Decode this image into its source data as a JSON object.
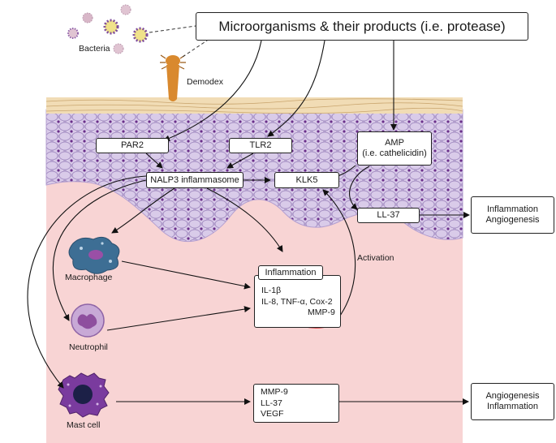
{
  "title_box": "Microorganisms & their products (i.e. protease)",
  "bacteria_label": "Bacteria",
  "demodex_label": "Demodex",
  "receptors": {
    "par2": "PAR2",
    "tlr2": "TLR2",
    "amp_line1": "AMP",
    "amp_line2": "(i.e. cathelicidin)"
  },
  "nalp3": "NALP3 inflammasome",
  "klk5": "KLK5",
  "ll37": "LL-37",
  "outcome_top": [
    "Inflammation",
    "Angiogenesis"
  ],
  "cells": {
    "macrophage": "Macrophage",
    "neutrophil": "Neutrophil",
    "mast_cell": "Mast cell"
  },
  "inflammation_box": {
    "header": "Inflammation",
    "items": [
      "IL-1β",
      "IL-8, TNF-α, Cox-2",
      "MMP-9"
    ]
  },
  "activation_label": "Activation",
  "mast_box": [
    "MMP-9",
    "LL-37",
    "VEGF"
  ],
  "outcome_bottom": [
    "Angiogenesis",
    "Inflammation"
  ],
  "colors": {
    "dermis": "#f8d4d4",
    "epidermis": "#c9b8dc",
    "cell_nucleus": "#6a2f8a",
    "stratum_corneum": "#f1dcb5",
    "demodex": "#d9892e",
    "mmp9_circle": "#d8262b",
    "mast_cell_body": "#7a3b9e",
    "macrophage_body": "#3d6e94",
    "neutrophil_body": "#b593c6"
  }
}
